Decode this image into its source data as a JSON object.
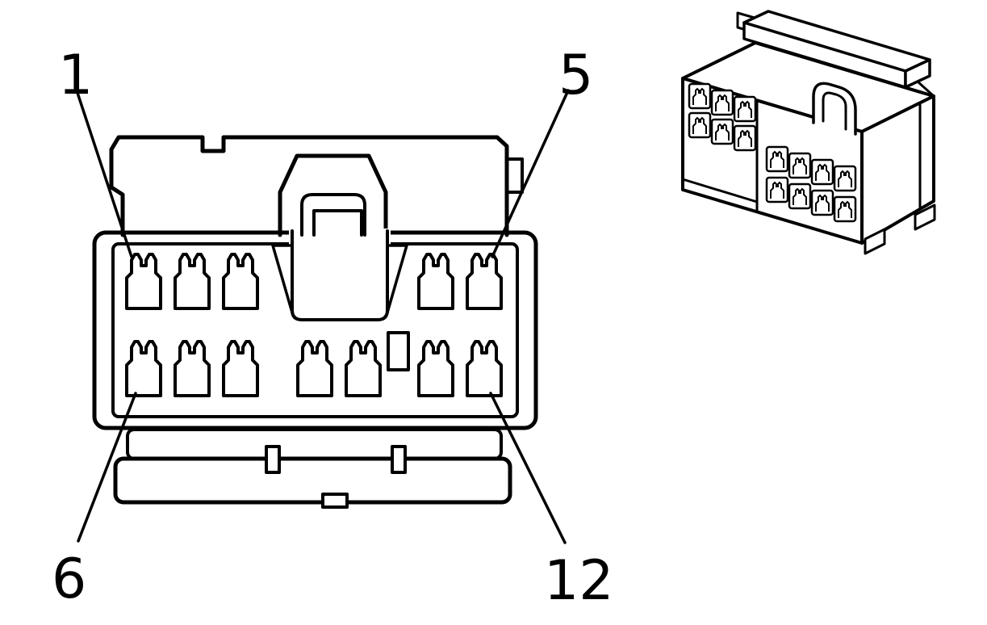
{
  "figure": {
    "background_color": "#ffffff",
    "line_color": "#000000"
  },
  "callouts": {
    "pin1": {
      "label": "1"
    },
    "pin5": {
      "label": "5"
    },
    "pin6": {
      "label": "6"
    },
    "pin12": {
      "label": "12"
    }
  }
}
